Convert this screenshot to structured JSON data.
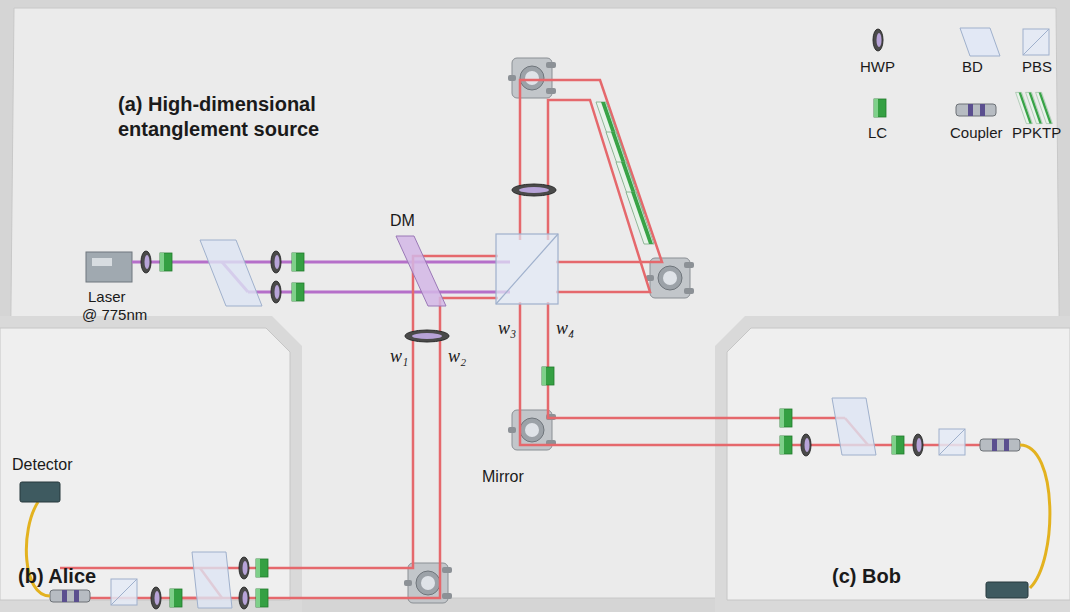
{
  "diagram": {
    "nodes": [
      {
        "text": [
          "(a) High-dimensional entanglement source"
        ]
      },
      {
        "text": [
          "(b) Alice"
        ],
        "in": 0
      },
      {
        "text": [
          "(c) Bob"
        ],
        "in": 0
      }
    ],
    "labels": [
      "Laser",
      "@ 775nm",
      "DM",
      "w₁",
      "w₂",
      "w₃",
      "w₄",
      "Mirror",
      "Detector"
    ],
    "legend": [
      {
        "text": "HWP"
      },
      {
        "text": "BD"
      },
      {
        "text": "PBS"
      },
      {
        "text": "LC"
      },
      {
        "text": "Coupler"
      },
      {
        "text": "PPKTP"
      }
    ]
  }
}
